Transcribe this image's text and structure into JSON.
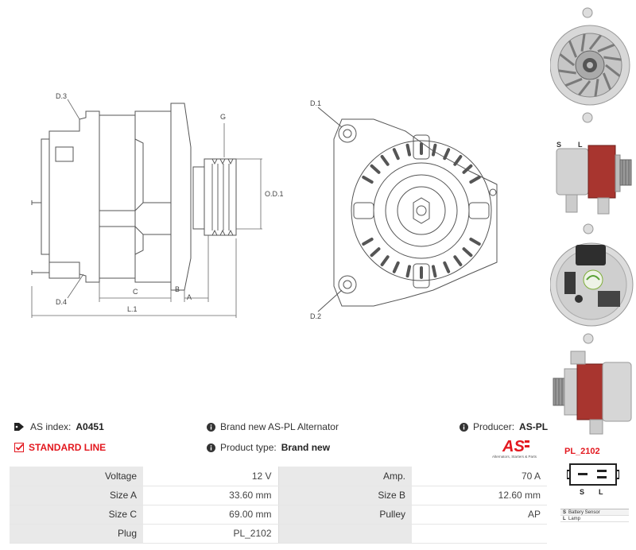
{
  "drawing": {
    "labels": {
      "d3": "D.3",
      "d4": "D.4",
      "g": "G",
      "od1": "O.D.1",
      "c": "C",
      "b": "B",
      "a": "A",
      "l1": "L.1",
      "d1": "D.1",
      "d2": "D.2"
    }
  },
  "info": {
    "index_label": "AS index:",
    "index_value": "A0451",
    "line": "STANDARD LINE",
    "description": "Brand new AS-PL Alternator",
    "product_type_label": "Product type:",
    "product_type_value": "Brand new",
    "producer_label": "Producer:",
    "producer_value": "AS-PL"
  },
  "brand": {
    "logo_text": "AS",
    "tagline": "Alternators, Starters & Parts",
    "accent_color": "#e3181f"
  },
  "specs": [
    {
      "label_1": "Voltage",
      "value_1": "12 V",
      "label_2": "Amp.",
      "value_2": "70 A"
    },
    {
      "label_1": "Size A",
      "value_1": "33.60 mm",
      "label_2": "Size B",
      "value_2": "12.60 mm"
    },
    {
      "label_1": "Size C",
      "value_1": "69.00 mm",
      "label_2": "Pulley",
      "value_2": "AP"
    },
    {
      "label_1": "Plug",
      "value_1": "PL_2102",
      "label_2": "",
      "value_2": ""
    }
  ],
  "plug": {
    "code": "PL_2102",
    "pin_s": "S",
    "pin_l": "L",
    "legend": [
      {
        "key": "S",
        "desc": "Battery Sensor"
      },
      {
        "key": "L",
        "desc": "Lamp"
      }
    ]
  }
}
